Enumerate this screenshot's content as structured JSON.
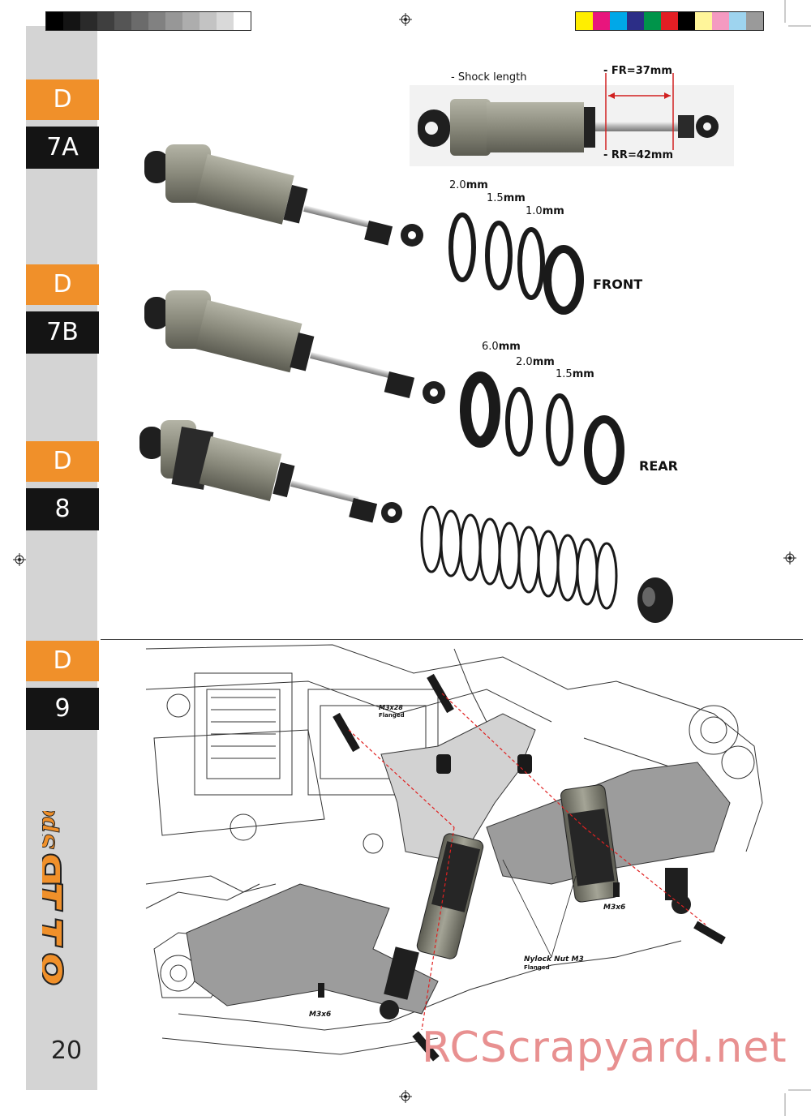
{
  "steps": [
    {
      "letter": "D",
      "number": "7A"
    },
    {
      "letter": "D",
      "number": "7B"
    },
    {
      "letter": "D",
      "number": "8"
    },
    {
      "letter": "D",
      "number": "9"
    }
  ],
  "page_number": "20",
  "shock_length": {
    "label": "- Shock length",
    "front": "- FR=37mm",
    "rear": "- RR=42mm"
  },
  "front_spacers": {
    "heading": "FRONT",
    "sizes": [
      {
        "value": "2.0",
        "unit": "mm"
      },
      {
        "value": "1.5",
        "unit": "mm"
      },
      {
        "value": "1.0",
        "unit": "mm"
      }
    ]
  },
  "rear_spacers": {
    "heading": "REAR",
    "sizes": [
      {
        "value": "6.0",
        "unit": "mm"
      },
      {
        "value": "2.0",
        "unit": "mm"
      },
      {
        "value": "1.5",
        "unit": "mm"
      }
    ]
  },
  "assembly_labels": {
    "screw_long": "M3x28",
    "screw_long_sub": "Flanged",
    "screw_short_right": "M3x6",
    "screw_short_left": "M3x6",
    "nut": "Nylock Nut M3",
    "nut_sub": "Flanged"
  },
  "logo_text": "Sport",
  "watermark": "RCScrapyard.net",
  "colors": {
    "accent": "#f0902a",
    "dark": "#141414",
    "sidebar": "#d4d4d4",
    "shock_body": "#8a8a7c",
    "watermark": "#e89090"
  },
  "color_bar_gray": [
    "#000000",
    "#141414",
    "#2a2a2a",
    "#3f3f3f",
    "#555555",
    "#6b6b6b",
    "#818181",
    "#979797",
    "#adadad",
    "#c3c3c3",
    "#d9d9d9",
    "#ffffff"
  ],
  "color_bar_cmyk": [
    "#ffee00",
    "#e8157d",
    "#00a8e8",
    "#2c2e87",
    "#00944a",
    "#e31e24",
    "#000000",
    "#fff59a",
    "#f49ac1",
    "#9ed4ef",
    "#9a9a9a"
  ]
}
